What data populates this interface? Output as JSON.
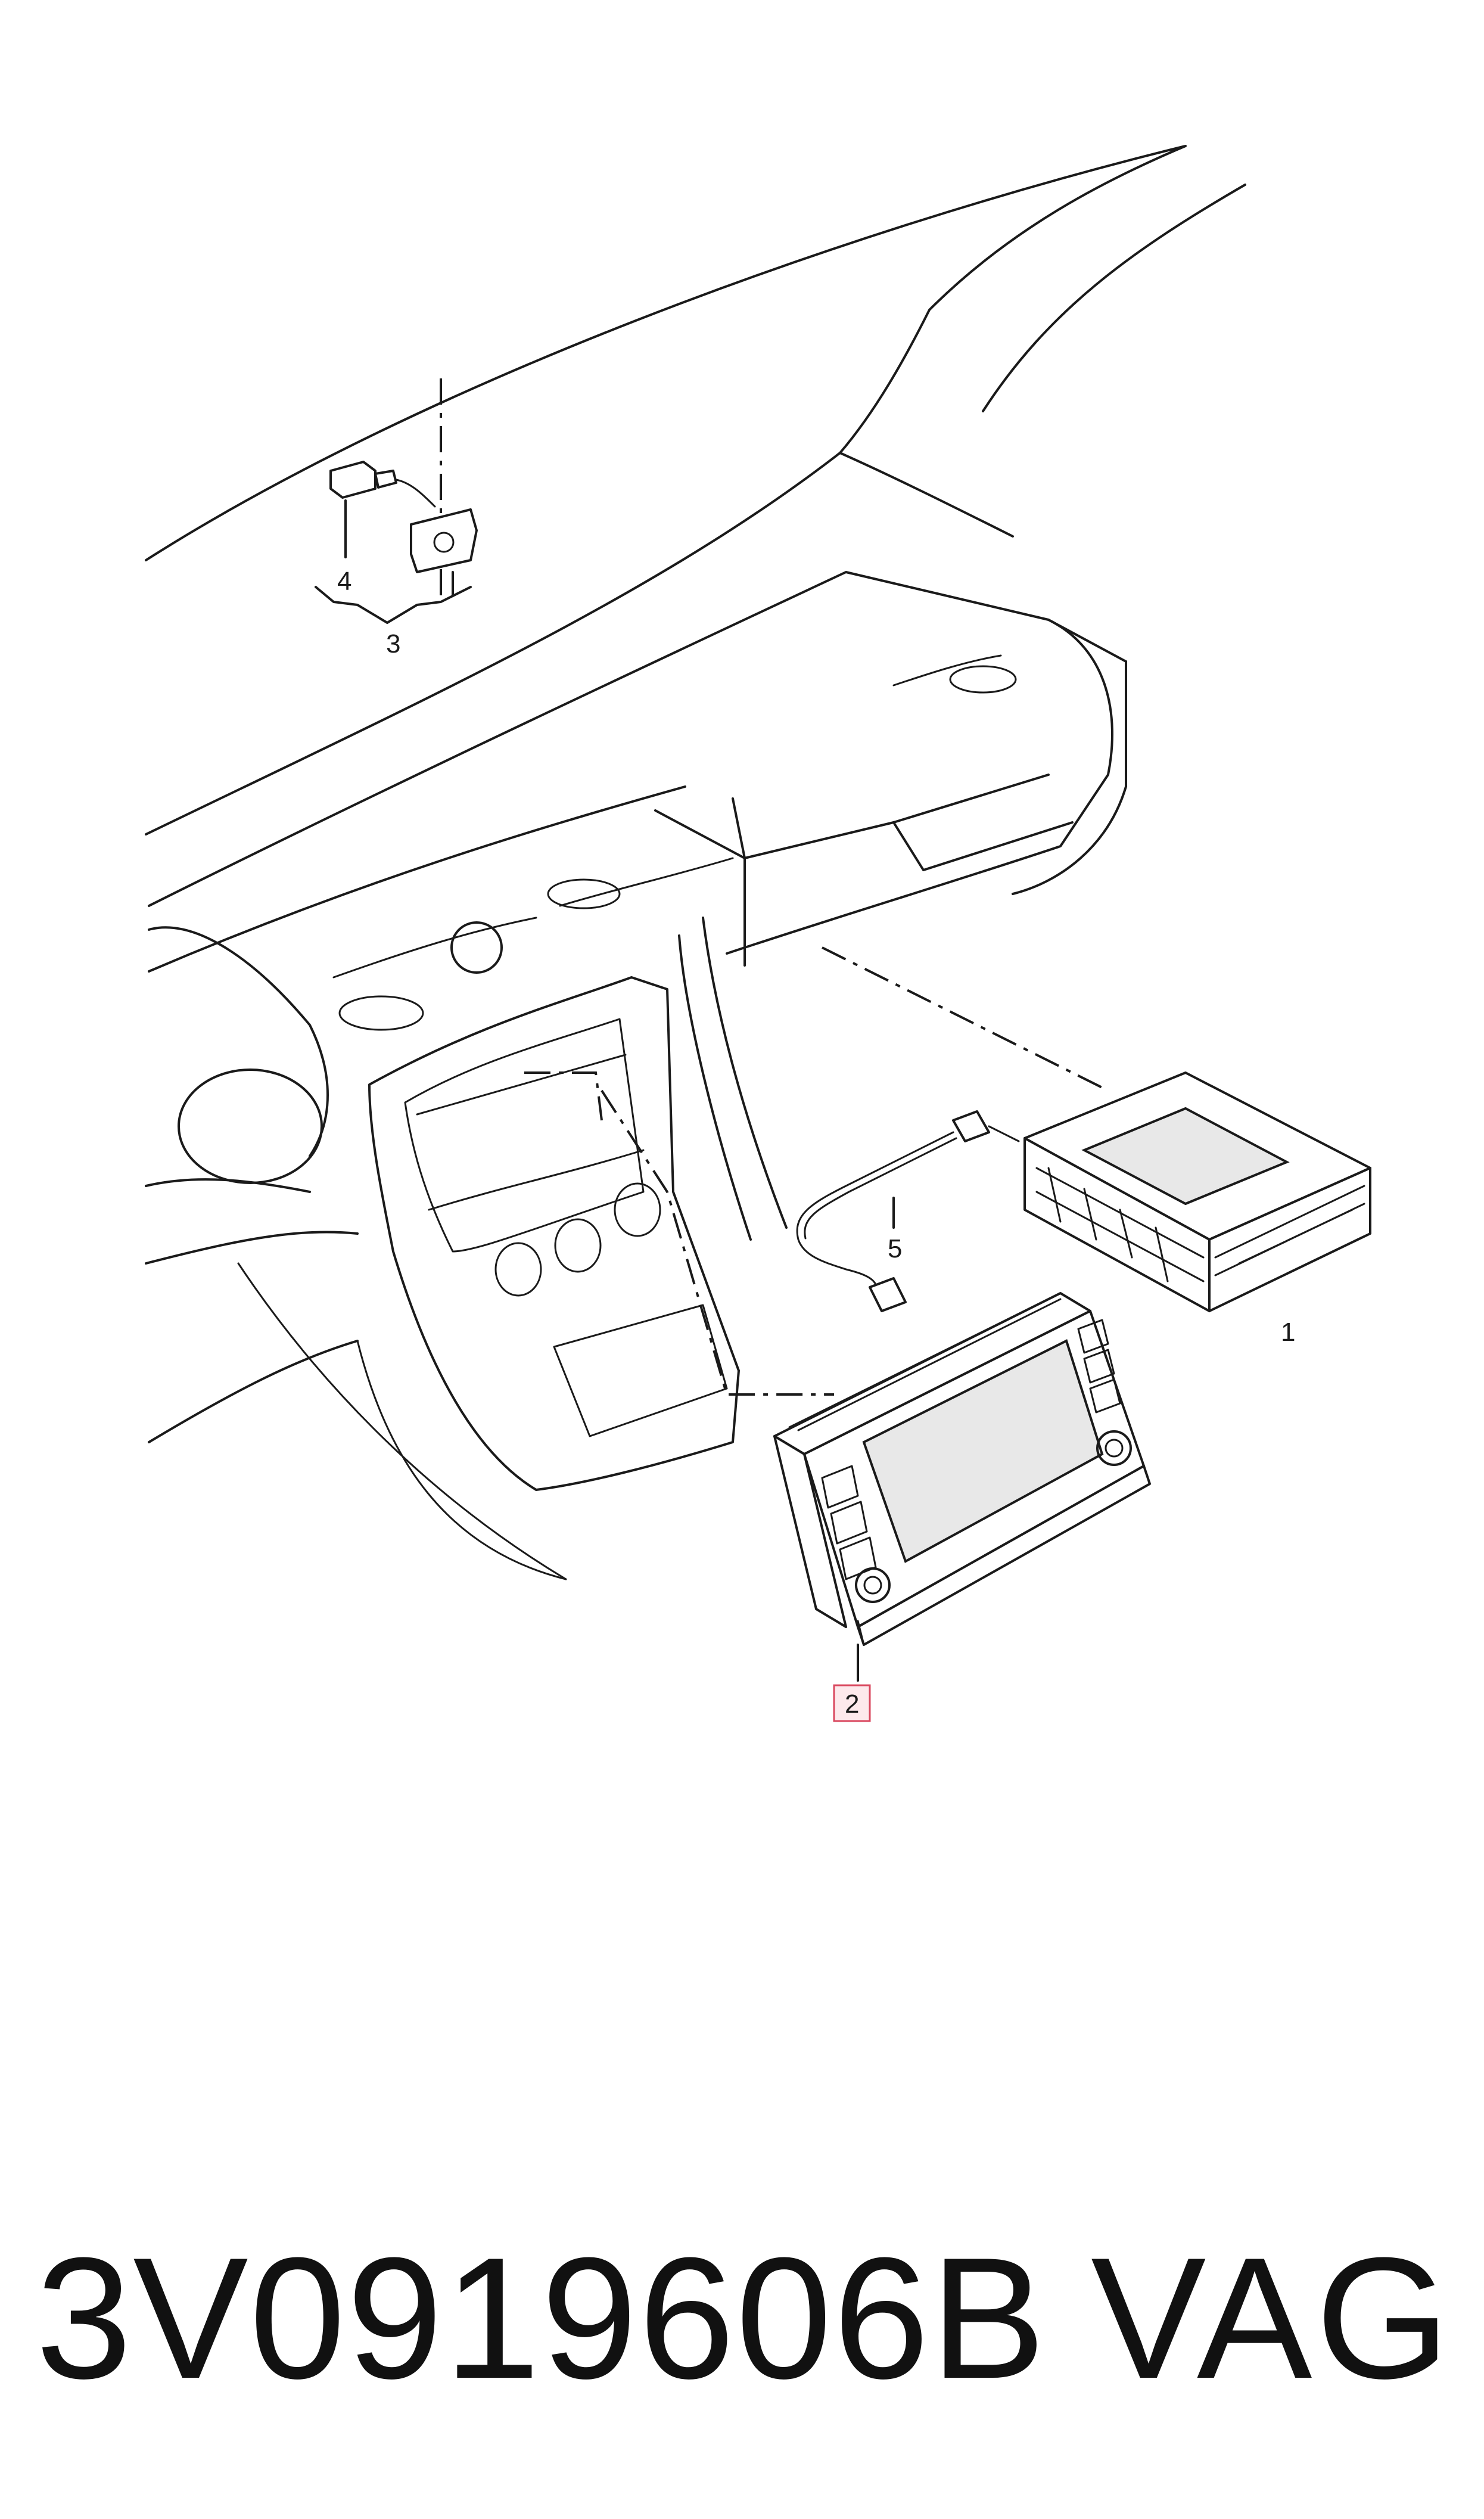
{
  "callouts": {
    "c1": "1",
    "c2": "2",
    "c3": "3",
    "c4": "4",
    "c5": "5"
  },
  "highlighted_callout": "2",
  "footer": {
    "part_number": "3V0919606B",
    "brand": "VAG"
  },
  "colors": {
    "line": "#1a1a1a",
    "highlight_border": "#d9485f",
    "highlight_fill": "#fde9ec"
  }
}
